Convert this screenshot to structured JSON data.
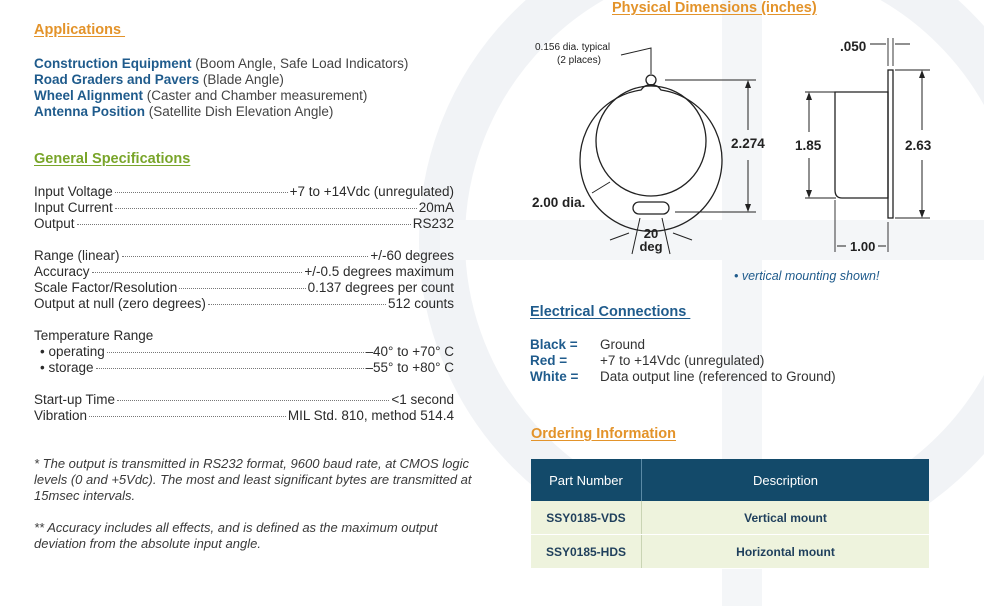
{
  "applications": {
    "heading": "Applications ",
    "items": [
      {
        "bold": "Construction Equipment",
        "text": " (Boom Angle, Safe Load Indicators)"
      },
      {
        "bold": "Road Graders and Pavers",
        "text": " (Blade Angle)"
      },
      {
        "bold": "Wheel Alignment",
        "text": " (Caster and Chamber measurement)"
      },
      {
        "bold": "Antenna Position",
        "text": " (Satellite Dish Elevation Angle)"
      }
    ]
  },
  "specs": {
    "heading": "General Specifications",
    "group1": [
      {
        "label": "Input Voltage",
        "value": "+7 to +14Vdc (unregulated)"
      },
      {
        "label": "Input Current",
        "value": "20mA"
      },
      {
        "label": "Output",
        "value": "RS232"
      }
    ],
    "group2": [
      {
        "label": "Range (linear)",
        "value": "+/-60 degrees"
      },
      {
        "label": "Accuracy",
        "value": "+/-0.5 degrees maximum"
      },
      {
        "label": "Scale Factor/Resolution",
        "value": "0.137 degrees per count"
      },
      {
        "label": "Output at null (zero degrees)",
        "value": "512 counts"
      }
    ],
    "temp_label": "Temperature Range",
    "group3": [
      {
        "label": "• operating",
        "value": "–40° to +70° C"
      },
      {
        "label": "• storage",
        "value": "–55° to +80° C"
      }
    ],
    "group4": [
      {
        "label": "Start-up Time",
        "value": "<1 second"
      },
      {
        "label": "Vibration",
        "value": "MIL Std. 810, method 514.4"
      }
    ]
  },
  "notes": [
    "* The output is transmitted in RS232 format, 9600 baud rate, at CMOS logic levels (0 and +5Vdc). The most and least significant bytes are transmitted at 15msec intervals.",
    "** Accuracy includes all effects, and is defined as the maximum output deviation from the absolute input angle."
  ],
  "dimensions": {
    "heading": "Physical Dimensions (inches)",
    "hole_label_1": "0.156 dia. typical",
    "hole_label_2": "(2 places)",
    "height_front": "2.274",
    "diameter": "2.00 dia.",
    "angle_1": "20",
    "angle_2": "deg",
    "side_height_inner": "1.85",
    "side_height_outer": "2.63",
    "flange_thickness": ".050",
    "depth": "1.00",
    "mount_note": "• vertical mounting shown!"
  },
  "electrical": {
    "heading": "Electrical Connections ",
    "rows": [
      {
        "key": "Black =",
        "value": "Ground"
      },
      {
        "key": "Red =",
        "value": "+7 to +14Vdc (unregulated)"
      },
      {
        "key": "White =",
        "value": "Data output line (referenced to Ground)"
      }
    ]
  },
  "ordering": {
    "heading": "Ordering Information",
    "col1": "Part Number",
    "col2": "Description",
    "rows": [
      {
        "part": "SSY0185-VDS",
        "desc": "Vertical mount"
      },
      {
        "part": "SSY0185-HDS",
        "desc": "Horizontal mount"
      }
    ]
  },
  "colors": {
    "orange": "#e3932a",
    "green": "#79a52a",
    "blue": "#1f5b8c",
    "table_header": "#134a6a",
    "table_row": "#eef3dd"
  }
}
